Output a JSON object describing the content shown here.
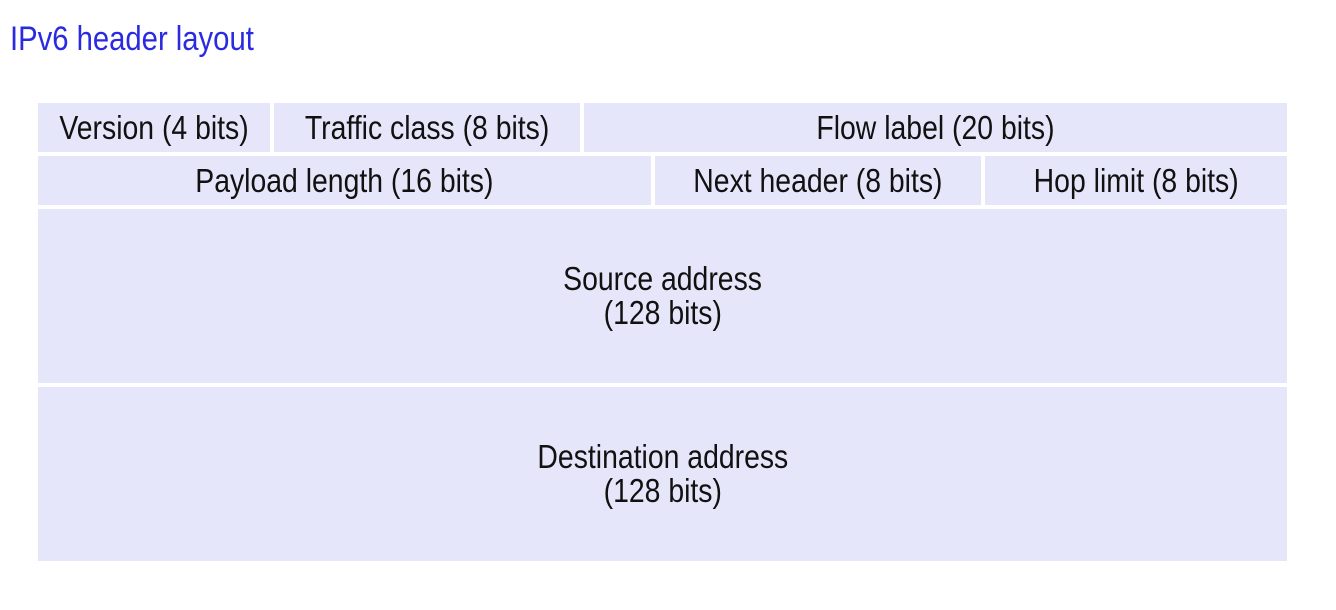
{
  "title": "IPv6 header layout",
  "colors": {
    "title": "#2a2ae0",
    "cell_background": "#e6e6fa",
    "cell_text": "#111111"
  },
  "rows": [
    {
      "fields": [
        {
          "label": "Version (4 bits)"
        },
        {
          "label": "Traffic class (8 bits)"
        },
        {
          "label": "Flow label (20 bits)"
        }
      ]
    },
    {
      "fields": [
        {
          "label": "Payload length (16 bits)"
        },
        {
          "label": "Next header (8 bits)"
        },
        {
          "label": "Hop limit (8 bits)"
        }
      ]
    },
    {
      "fields": [
        {
          "label": "Source address",
          "size": "(128 bits)"
        }
      ]
    },
    {
      "fields": [
        {
          "label": "Destination address",
          "size": "(128 bits)"
        }
      ]
    }
  ]
}
